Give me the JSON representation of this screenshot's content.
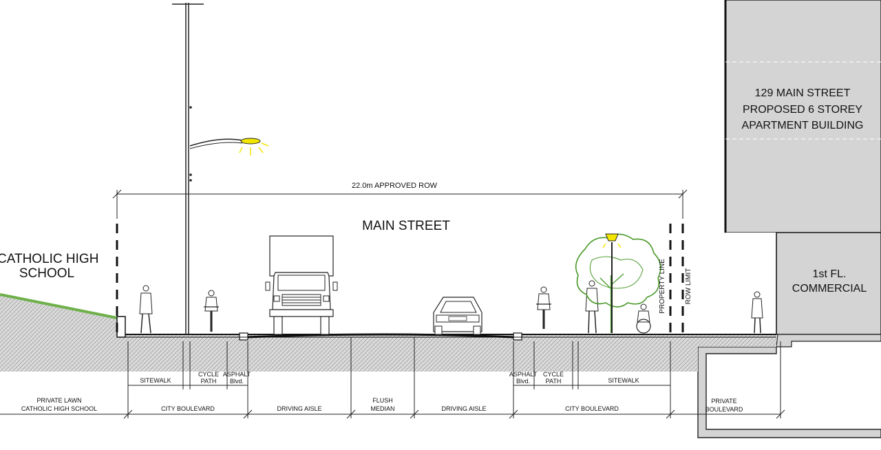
{
  "labels": {
    "school": [
      "CATHOLIC HIGH",
      "SCHOOL"
    ],
    "building": [
      "129 MAIN STREET",
      "PROPOSED 6 STOREY",
      "APARTMENT BUILDING"
    ],
    "commercial": [
      "1st FL.",
      "COMMERCIAL"
    ],
    "street": "MAIN STREET",
    "row_dimension": "22.0m APPROVED ROW",
    "property_line": "PROPERTY LINE",
    "row_limit": "ROW LIMIT"
  },
  "dims_upper": {
    "sitewalk_left": "SITEWALK",
    "cycle_path_left": [
      "CYCLE",
      "PATH"
    ],
    "asphalt_left": [
      "ASPHALT",
      "Blvd."
    ],
    "asphalt_right": [
      "ASPHALT",
      "Blvd."
    ],
    "cycle_path_right": [
      "CYCLE",
      "PATH"
    ],
    "sitewalk_right": "SITEWALK"
  },
  "dims_lower": {
    "private_lawn": [
      "PRIVATE LAWN",
      "CATHOLIC HIGH SCHOOL"
    ],
    "city_boulevard_left": "CITY BOULEVARD",
    "driving_aisle_left": "DRIVING AISLE",
    "flush_median": [
      "FLUSH",
      "MEDIAN"
    ],
    "driving_aisle_right": "DRIVING AISLE",
    "city_boulevard_right": "CITY BOULEVARD",
    "private_boulevard": [
      "PRIVATE",
      "BOULEVARD"
    ]
  },
  "colors": {
    "ground_hatch": "#d9d9d9",
    "building_fill": "#d4d4d4",
    "grass": "#8fc466",
    "tree": "#4a9a2a",
    "lamp_light": "#f2e600"
  }
}
